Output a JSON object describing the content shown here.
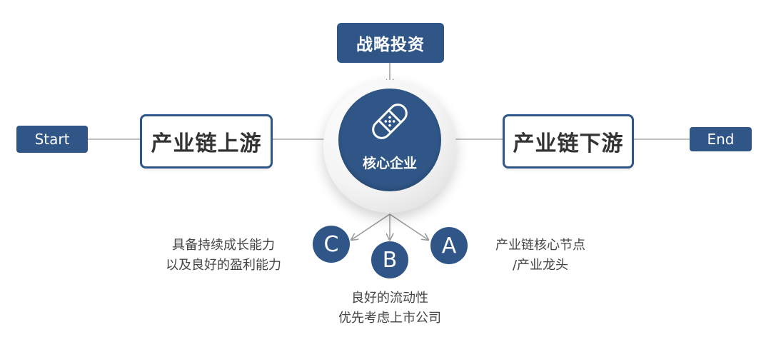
{
  "diagram": {
    "start_label": "Start",
    "end_label": "End",
    "top_label": "战略投资",
    "upstream_label": "产业链上游",
    "downstream_label": "产业链下游",
    "hub_label": "核心企业",
    "hub_icon": "bandage-icon",
    "criteria": {
      "a": {
        "letter": "A",
        "lines": [
          "产业链核心节点",
          "/产业龙头"
        ]
      },
      "b": {
        "letter": "B",
        "lines": [
          "良好的流动性",
          "优先考虑上市公司"
        ]
      },
      "c": {
        "letter": "C",
        "lines": [
          "具备持续成长能力",
          "以及良好的盈利能力"
        ]
      }
    },
    "colors": {
      "primary": "#2f5687",
      "line": "#aaaaaa",
      "text": "#444444"
    }
  }
}
